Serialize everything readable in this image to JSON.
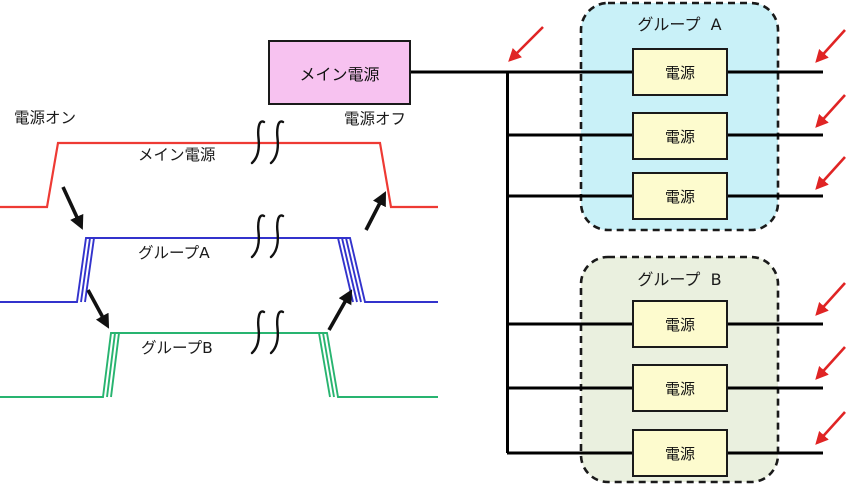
{
  "colors": {
    "canvas_bg": "#ffffff",
    "line": "#000000",
    "box_border": "#1a1a1a",
    "text": "#1a1a1a",
    "main_power_fill": "#f7c2f0",
    "group_a_fill": "#c9f1f8",
    "group_b_fill": "#eaf0df",
    "unit_fill": "#fdfbce",
    "waveform_main": "#ee3a34",
    "waveform_group_a": "#3333cc",
    "waveform_group_b": "#28b470",
    "arrow_red": "#e02424",
    "arrow_black": "#111111"
  },
  "timing_diagram": {
    "power_on_label": "電源オン",
    "power_off_label": "電源オフ",
    "waveforms": [
      {
        "name": "main-power",
        "label": "メイン電源"
      },
      {
        "name": "group-a",
        "label": "グループA"
      },
      {
        "name": "group-b",
        "label": "グループB"
      }
    ]
  },
  "block_diagram": {
    "main_power_label": "メイン電源",
    "groups": [
      {
        "title": "グループ  A",
        "units": [
          {
            "label": "電源"
          },
          {
            "label": "電源"
          },
          {
            "label": "電源"
          }
        ]
      },
      {
        "title": "グループ  B",
        "units": [
          {
            "label": "電源"
          },
          {
            "label": "電源"
          },
          {
            "label": "電源"
          }
        ]
      }
    ]
  }
}
